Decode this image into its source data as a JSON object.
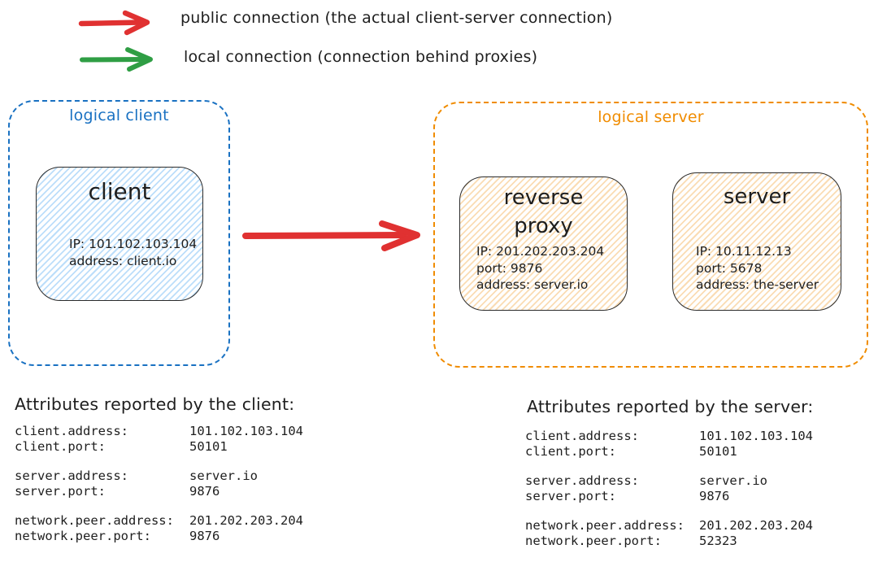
{
  "colors": {
    "public_connection_red": "#e03131",
    "local_connection_green": "#2f9e44",
    "logical_client_blue": "#1971c2",
    "logical_server_orange": "#f08c00",
    "client_node_fill": "#a5d8ff",
    "server_node_fill": "#ffd8a8",
    "text": "#1e1e1e"
  },
  "legend": {
    "public": {
      "label": "public connection (the actual client-server connection)"
    },
    "local": {
      "label": "local connection (connection behind proxies)"
    }
  },
  "diagram": {
    "logical_client": {
      "label": "logical client",
      "client_node": {
        "title": "client",
        "lines": [
          "IP: 101.102.103.104",
          "address: client.io"
        ]
      }
    },
    "logical_server": {
      "label": "logical server",
      "proxy_node": {
        "title": "reverse proxy",
        "lines": [
          "IP: 201.202.203.204",
          "port: 9876",
          "address: server.io"
        ]
      },
      "server_node": {
        "title": "server",
        "lines": [
          "IP: 10.11.12.13",
          "port: 5678",
          "address: the-server"
        ]
      }
    }
  },
  "attributes": {
    "client_report": {
      "heading": "Attributes reported by the client:",
      "rows": [
        {
          "key": "client.address:",
          "value": "101.102.103.104"
        },
        {
          "key": "client.port:",
          "value": "50101"
        },
        {
          "key": "server.address:",
          "value": "server.io"
        },
        {
          "key": "server.port:",
          "value": "9876"
        },
        {
          "key": "network.peer.address:",
          "value": "201.202.203.204"
        },
        {
          "key": "network.peer.port:",
          "value": "9876"
        }
      ]
    },
    "server_report": {
      "heading": "Attributes reported by the server:",
      "rows": [
        {
          "key": "client.address:",
          "value": "101.102.103.104"
        },
        {
          "key": "client.port:",
          "value": "50101"
        },
        {
          "key": "server.address:",
          "value": "server.io"
        },
        {
          "key": "server.port:",
          "value": "9876"
        },
        {
          "key": "network.peer.address:",
          "value": "201.202.203.204"
        },
        {
          "key": "network.peer.port:",
          "value": "52323"
        }
      ]
    }
  }
}
